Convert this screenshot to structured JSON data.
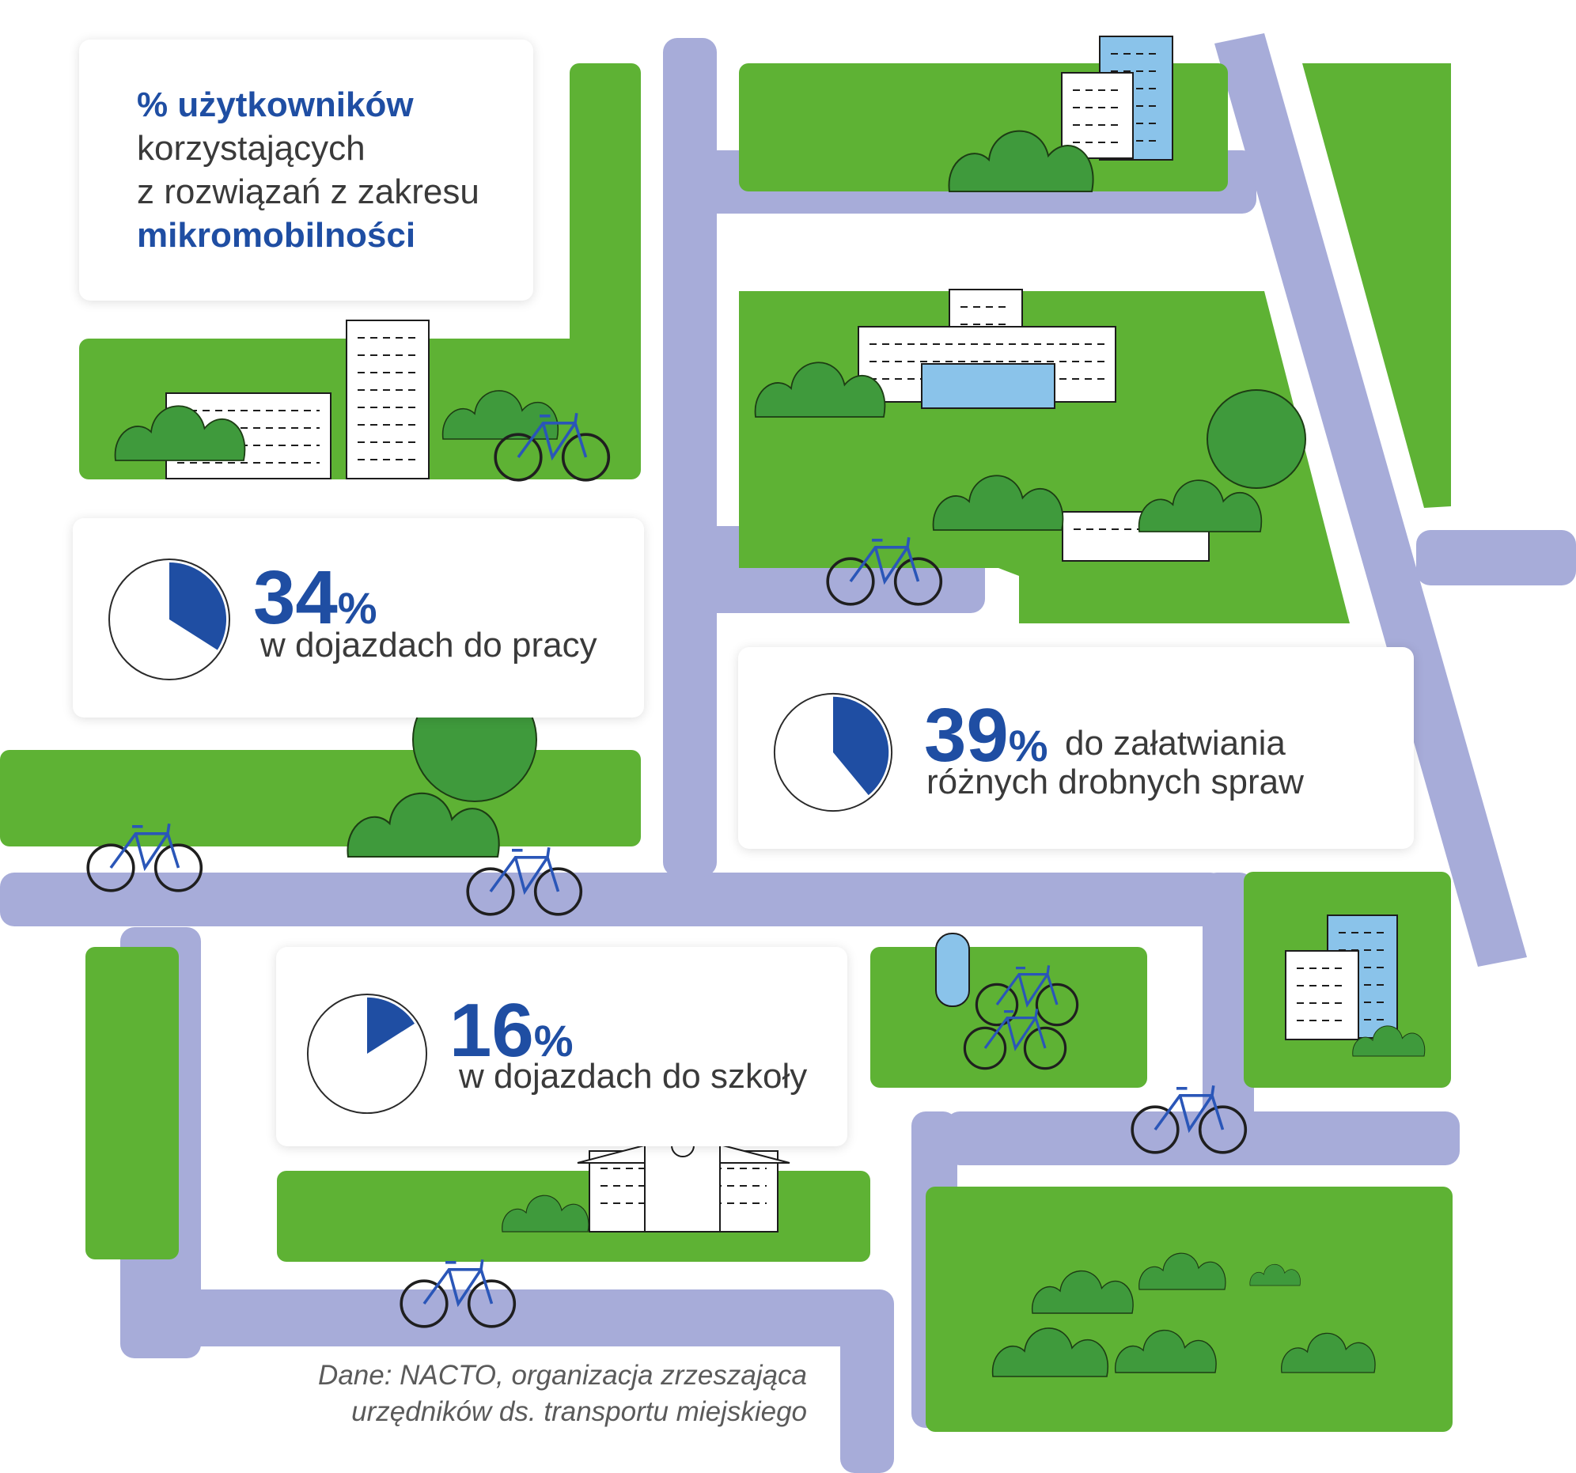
{
  "title": {
    "line1": "% użytkowników",
    "line2": "korzystających",
    "line3": "z rozwiązań z zakresu",
    "line4": "mikromobilności"
  },
  "chart_data": {
    "type": "pie",
    "unit": "%",
    "items": [
      {
        "value": 34,
        "label": "w dojazdach do pracy"
      },
      {
        "value": 39,
        "label_line1": "do załatwiania",
        "label_line2": "różnych drobnych spraw"
      },
      {
        "value": 16,
        "label": "w dojazdach do szkoły"
      }
    ]
  },
  "source": {
    "line1": "Dane: NACTO, organizacja zrzeszająca",
    "line2": "urzędników ds. transportu miejskiego"
  },
  "colors": {
    "accent": "#1f4ea3",
    "grass": "#5eb234",
    "road": "#a7acd9",
    "tree": "#3f9a3c",
    "window": "#8ac3ea"
  }
}
